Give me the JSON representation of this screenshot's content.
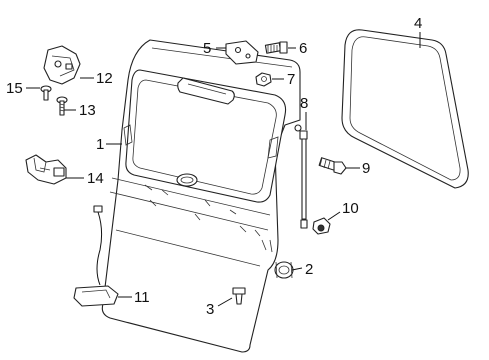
{
  "diagram": {
    "callouts": [
      {
        "id": "1",
        "label": "1"
      },
      {
        "id": "2",
        "label": "2"
      },
      {
        "id": "3",
        "label": "3"
      },
      {
        "id": "4",
        "label": "4"
      },
      {
        "id": "5",
        "label": "5"
      },
      {
        "id": "6",
        "label": "6"
      },
      {
        "id": "7",
        "label": "7"
      },
      {
        "id": "8",
        "label": "8"
      },
      {
        "id": "9",
        "label": "9"
      },
      {
        "id": "10",
        "label": "10"
      },
      {
        "id": "11",
        "label": "11"
      },
      {
        "id": "12",
        "label": "12"
      },
      {
        "id": "13",
        "label": "13"
      },
      {
        "id": "14",
        "label": "14"
      },
      {
        "id": "15",
        "label": "15"
      }
    ],
    "colors": {
      "line": "#111111",
      "background": "#ffffff"
    }
  }
}
